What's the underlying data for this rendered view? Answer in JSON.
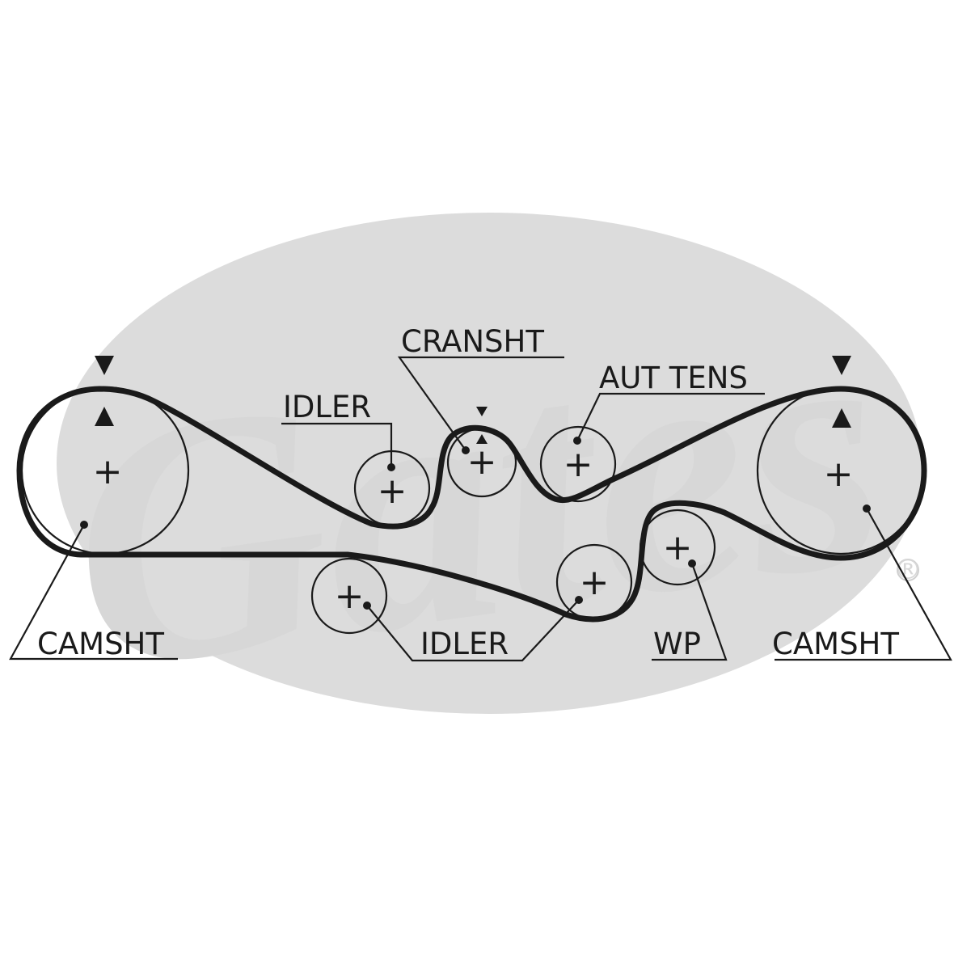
{
  "colors": {
    "line": "#1a1a1a",
    "watermark": "#dcdcdc",
    "background": "#ffffff"
  },
  "watermark": {
    "text": "Gates",
    "mark": "®"
  },
  "labels": {
    "camsht_left": "CAMSHT",
    "idler_upper": "IDLER",
    "cransht": "CRANSHT",
    "aut_tens": "AUT TENS",
    "camsht_right": "CAMSHT",
    "idler_lower": "IDLER",
    "wp": "WP"
  },
  "pulley_mark": "+"
}
